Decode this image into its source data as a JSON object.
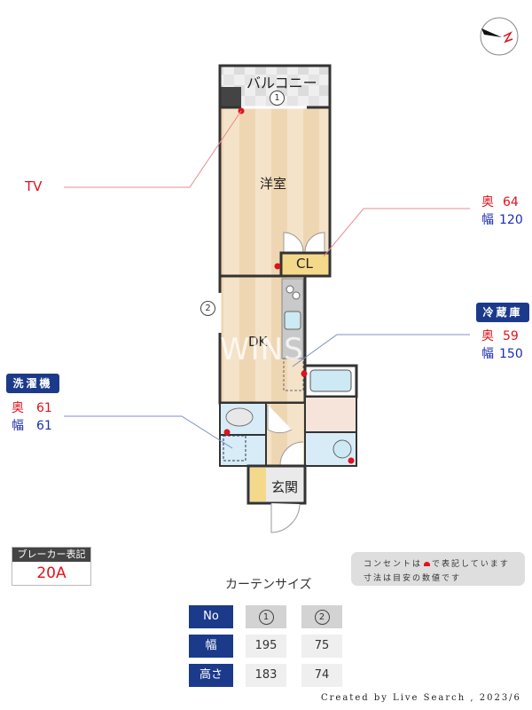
{
  "compass": {
    "north_label": "N"
  },
  "rooms": {
    "balcony": "バルコニー",
    "western_room": "洋室",
    "closet": "CL",
    "dk": "DK",
    "entrance": "玄関"
  },
  "window_markers": {
    "window1": "1",
    "window2": "2"
  },
  "watermark": "WINS",
  "annotations": {
    "tv": {
      "label": "TV"
    },
    "closet": {
      "depth_label": "奥",
      "depth": "64",
      "width_label": "幅",
      "width": "120"
    },
    "refrigerator": {
      "title": "冷蔵庫",
      "depth_label": "奥",
      "depth": "59",
      "width_label": "幅",
      "width": "150"
    },
    "washer": {
      "title": "洗濯機",
      "depth_label": "奥",
      "depth": "61",
      "width_label": "幅",
      "width": "61"
    }
  },
  "breaker": {
    "title": "ブレーカー表記",
    "value": "20A"
  },
  "notes": {
    "line1_before": "コンセントは",
    "line1_after": "で表記しています",
    "line2": "寸法は目安の数値です"
  },
  "curtain": {
    "title": "カーテンサイズ",
    "headers": [
      "No",
      "幅",
      "高さ"
    ],
    "columns": [
      {
        "no": "1",
        "width": "195",
        "height": "183"
      },
      {
        "no": "2",
        "width": "75",
        "height": "74"
      }
    ]
  },
  "credit": "Created by Live Search , 2023/6",
  "colors": {
    "accent_navy": "#1b3a8a",
    "red": "#e0121b",
    "blue": "#1b2fb0",
    "floor": "#f3dfc2"
  }
}
